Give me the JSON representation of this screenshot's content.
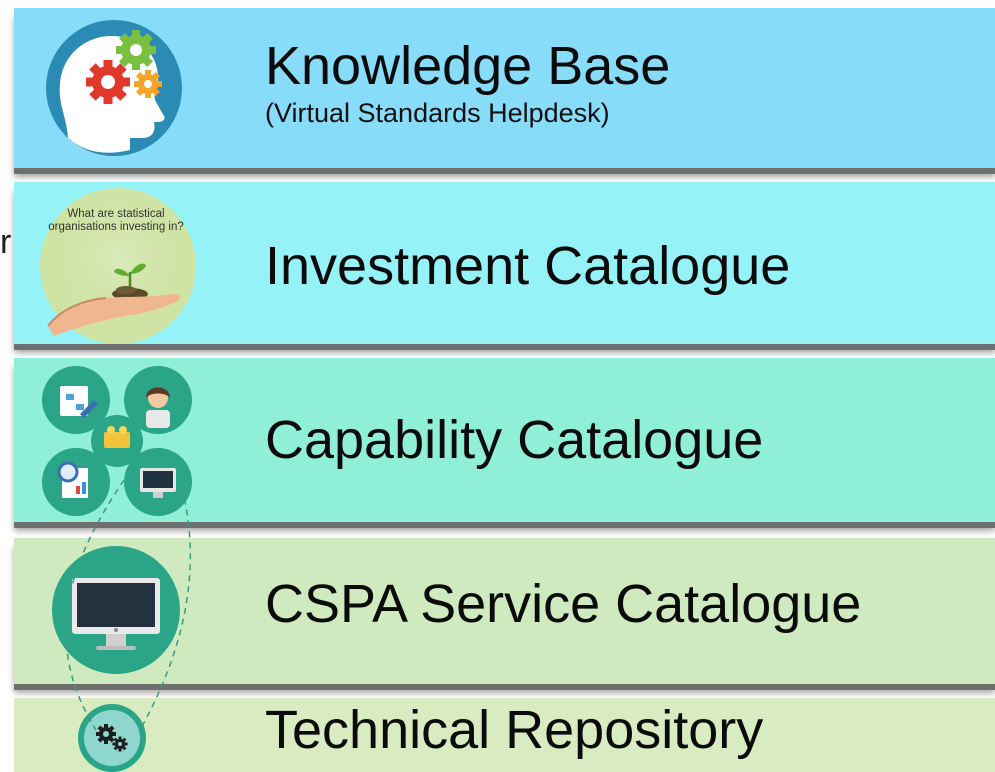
{
  "stray_char": "r",
  "layers": [
    {
      "title": "Knowledge Base",
      "subtitle": "(Virtual Standards Helpdesk)",
      "color": "#87dcf9",
      "icon": "head-gears-icon"
    },
    {
      "title": "Investment Catalogue",
      "caption": "What are statistical organisations investing in?",
      "color": "#95f3f8",
      "icon": "hand-seedling-icon"
    },
    {
      "title": "Capability Catalogue",
      "color": "#90efd7",
      "icon": "capability-cluster-icon"
    },
    {
      "title": "CSPA Service Catalogue",
      "color": "#cfeabe",
      "icon": "monitor-icon"
    },
    {
      "title": "Technical Repository",
      "color": "#d9ebc0",
      "icon": "small-gears-icon"
    }
  ]
}
